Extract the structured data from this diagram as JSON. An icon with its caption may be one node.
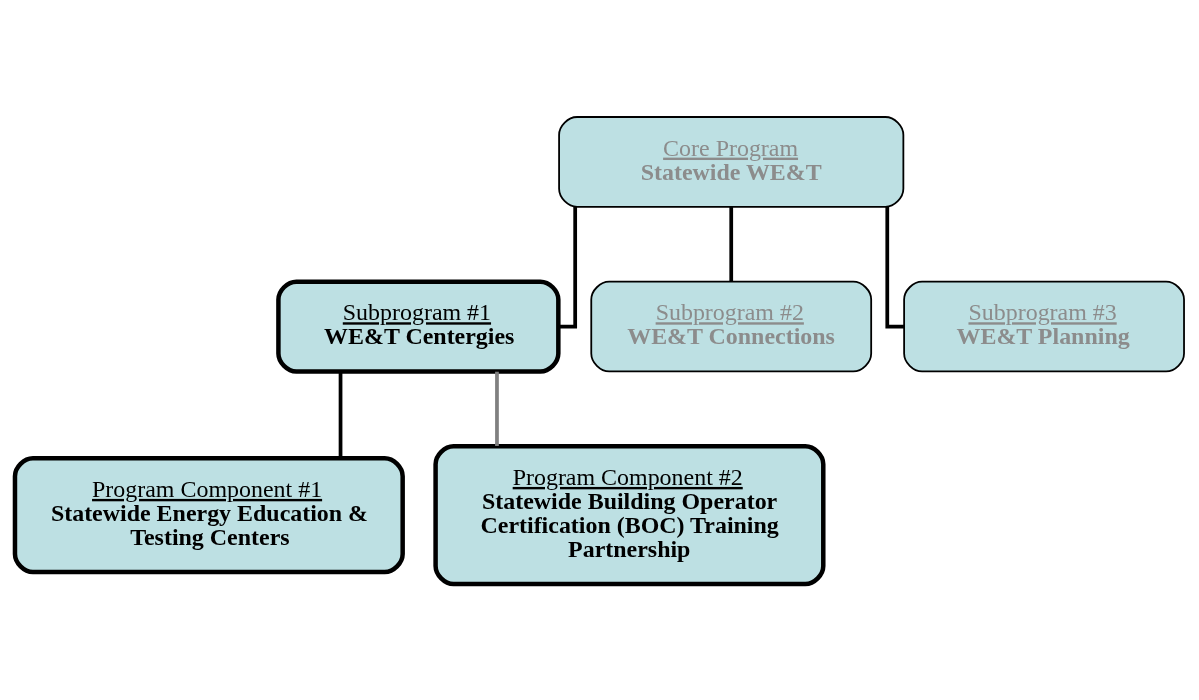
{
  "diagram": {
    "nodes": [
      {
        "text": [
          "Core Program",
          "Statewide WE&T"
        ]
      },
      {
        "text": [
          "Subprogram #1",
          "WE&T Centergies"
        ]
      },
      {
        "text": [
          "Subprogram #2",
          "WE&T Connections"
        ]
      },
      {
        "text": [
          "Subprogram #3",
          "WE&T Planning"
        ]
      },
      {
        "text": [
          "Program Component #1",
          "Statewide Energy Education & Testing Centers"
        ]
      },
      {
        "text": [
          "Program Component #2",
          "Statewide Building Operator Certification (BOC) Training Partnership"
        ]
      }
    ],
    "edges": [
      {
        "from": 0,
        "to": 1,
        "arrow": "none"
      },
      {
        "from": 0,
        "to": 2,
        "arrow": "none"
      },
      {
        "from": 0,
        "to": 3,
        "arrow": "none"
      },
      {
        "from": 1,
        "to": 4,
        "arrow": "none"
      },
      {
        "from": 1,
        "to": 5,
        "arrow": "none",
        "color": "#808080"
      }
    ]
  }
}
